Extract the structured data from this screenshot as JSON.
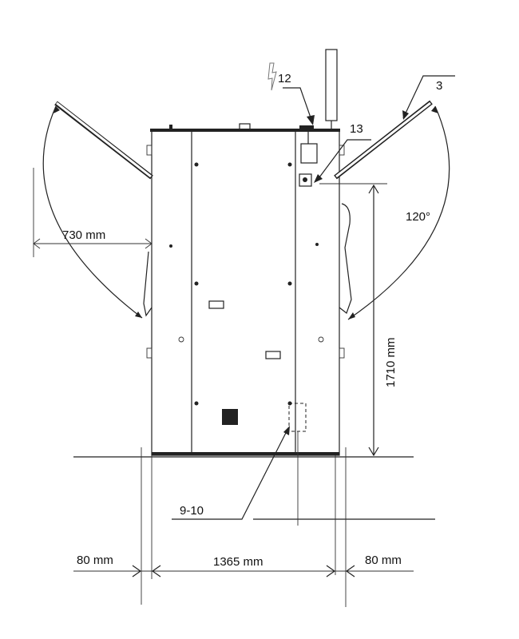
{
  "diagram": {
    "labels": {
      "door_clearance": "730 mm",
      "door_angle": "120°",
      "height": "1710 mm",
      "side_clearance_left": "80 mm",
      "width": "1365 mm",
      "side_clearance_right": "80 mm",
      "callout_3": "3",
      "callout_12": "12",
      "callout_13": "13",
      "callout_9_10": "9-10"
    },
    "icons": [
      "lightning-icon"
    ],
    "colors": {
      "line": "#222222",
      "background": "#ffffff"
    }
  }
}
